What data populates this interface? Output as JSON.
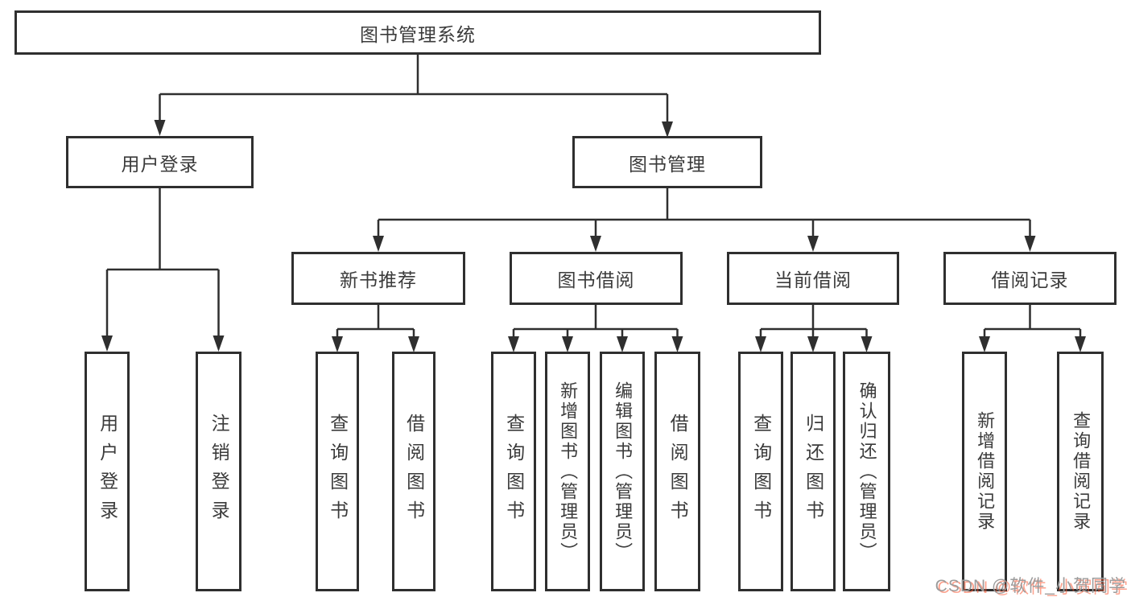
{
  "diagram": {
    "type": "hierarchy-tree",
    "root": {
      "label": "图书管理系统"
    },
    "level2": [
      {
        "id": "user-login",
        "label": "用户登录"
      },
      {
        "id": "book-management",
        "label": "图书管理"
      }
    ],
    "level3": [
      {
        "id": "new-book-recommendation",
        "label": "新书推荐",
        "parent": "图书管理"
      },
      {
        "id": "book-borrowing",
        "label": "图书借阅",
        "parent": "图书管理"
      },
      {
        "id": "current-borrowing",
        "label": "当前借阅",
        "parent": "图书管理"
      },
      {
        "id": "borrowing-records",
        "label": "借阅记录",
        "parent": "图书管理"
      }
    ],
    "leaves": [
      {
        "label": "用户登录",
        "parent": "用户登录"
      },
      {
        "label": "注销登录",
        "parent": "用户登录"
      },
      {
        "label": "查询图书",
        "parent": "新书推荐"
      },
      {
        "label": "借阅图书",
        "parent": "新书推荐"
      },
      {
        "label": "查询图书",
        "parent": "图书借阅"
      },
      {
        "label": "新增图书（管理员）",
        "parent": "图书借阅"
      },
      {
        "label": "编辑图书（管理员）",
        "parent": "图书借阅"
      },
      {
        "label": "借阅图书",
        "parent": "图书借阅"
      },
      {
        "label": "查询图书",
        "parent": "当前借阅"
      },
      {
        "label": "归还图书",
        "parent": "当前借阅"
      },
      {
        "label": "确认归还（管理员）",
        "parent": "当前借阅"
      },
      {
        "label": "新增借阅记录",
        "parent": "借阅记录"
      },
      {
        "label": "查询借阅记录",
        "parent": "借阅记录"
      }
    ],
    "colors": {
      "line": "#2f2f2f",
      "text": "#3b3b3b",
      "background": "#ffffff"
    }
  },
  "watermark": {
    "text": "CSDN @软件_小贺同学",
    "gray": "#9c9c9c",
    "red": "#fc5531"
  }
}
